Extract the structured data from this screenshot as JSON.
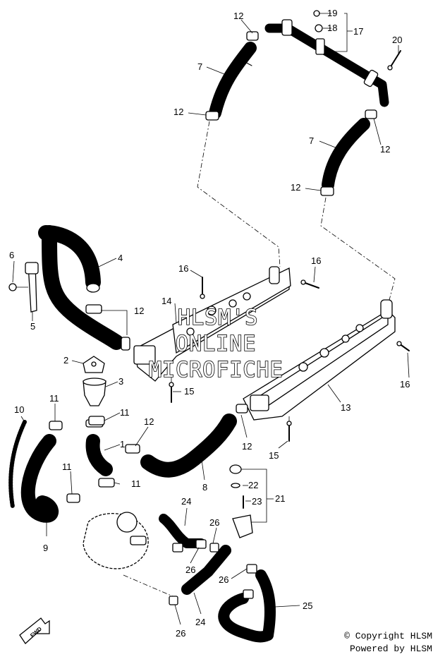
{
  "watermark": {
    "line1": "HLSM'S",
    "line2": "ONLINE",
    "line3": "MICROFICHE"
  },
  "badge": {
    "fwd": "FWD"
  },
  "footer": {
    "copyright": "© Copyright HLSM",
    "powered": "Powered by HLSM"
  },
  "labels": {
    "n1": "1",
    "n2": "2",
    "n3": "3",
    "n4": "4",
    "n5": "5",
    "n6": "6",
    "n7a": "7",
    "n7b": "7",
    "n8": "8",
    "n9": "9",
    "n10": "10",
    "n11a": "11",
    "n11b": "11",
    "n11c": "11",
    "n11d": "11",
    "n12a": "12",
    "n12b": "12",
    "n12c": "12",
    "n12d": "12",
    "n12e": "12",
    "n12f": "12",
    "n12g": "12",
    "n13": "13",
    "n14": "14",
    "n15a": "15",
    "n15b": "15",
    "n16a": "16",
    "n16b": "16",
    "n16c": "16",
    "n17": "17",
    "n18": "18",
    "n19": "19",
    "n20": "20",
    "n21": "21",
    "n22": "22",
    "n23": "23",
    "n24a": "24",
    "n24b": "24",
    "n25": "25",
    "n26a": "26",
    "n26b": "26",
    "n26c": "26",
    "n26d": "26"
  }
}
